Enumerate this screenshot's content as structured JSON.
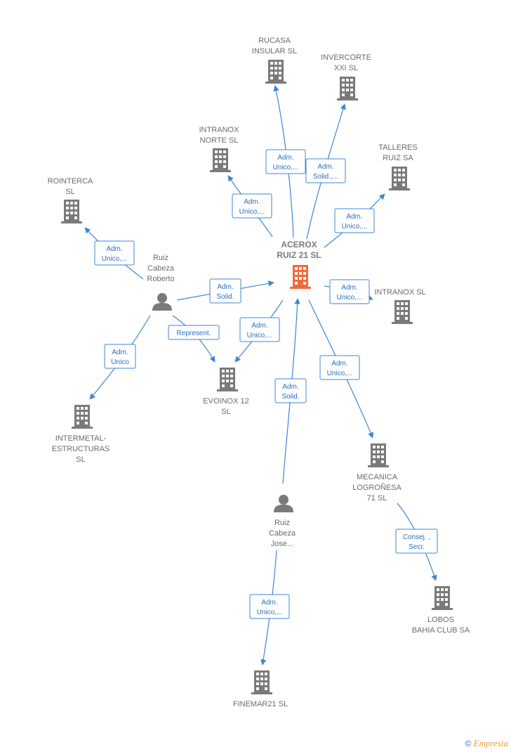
{
  "colors": {
    "company": "#7a7a7a",
    "main_company": "#f26a3b",
    "person": "#7a7a7a",
    "edge": "#3d85d6"
  },
  "nodes": [
    {
      "id": "acerox",
      "kind": "main",
      "icon": "building-icon",
      "lines": [
        "ACEROX",
        "RUIZ 21  SL"
      ]
    },
    {
      "id": "rucasa",
      "kind": "company",
      "icon": "building-icon",
      "lines": [
        "RUCASA",
        "INSULAR  SL"
      ]
    },
    {
      "id": "invercorte",
      "kind": "company",
      "icon": "building-icon",
      "lines": [
        "INVERCORTE",
        "XXI  SL"
      ]
    },
    {
      "id": "intranox_norte",
      "kind": "company",
      "icon": "building-icon",
      "lines": [
        "INTRANOX",
        "NORTE  SL"
      ]
    },
    {
      "id": "talleres",
      "kind": "company",
      "icon": "building-icon",
      "lines": [
        "TALLERES",
        "RUIZ SA"
      ]
    },
    {
      "id": "rointerca",
      "kind": "company",
      "icon": "building-icon",
      "lines": [
        "ROINTERCA",
        "SL"
      ]
    },
    {
      "id": "intranox",
      "kind": "company",
      "icon": "building-icon",
      "lines": [
        "INTRANOX SL"
      ]
    },
    {
      "id": "evoinox",
      "kind": "company",
      "icon": "building-icon",
      "lines": [
        "EVOINOX 12",
        "SL"
      ]
    },
    {
      "id": "intermetal",
      "kind": "company",
      "icon": "building-icon",
      "lines": [
        "INTERMETAL-",
        "ESTRUCTURAS",
        "SL"
      ]
    },
    {
      "id": "mecanica",
      "kind": "company",
      "icon": "building-icon",
      "lines": [
        "MECANICA",
        "LOGROÑESA",
        "71 SL"
      ]
    },
    {
      "id": "lobos",
      "kind": "company",
      "icon": "building-icon",
      "lines": [
        "LOBOS",
        "BAHIA CLUB SA"
      ]
    },
    {
      "id": "finemar",
      "kind": "company",
      "icon": "building-icon",
      "lines": [
        "FINEMAR21  SL"
      ]
    },
    {
      "id": "ruiz_roberto",
      "kind": "person",
      "icon": "person-icon",
      "lines": [
        "Ruiz",
        "Cabeza",
        "Roberto"
      ]
    },
    {
      "id": "ruiz_jose",
      "kind": "person",
      "icon": "person-icon",
      "lines": [
        "Ruiz",
        "Cabeza",
        "Jose..."
      ]
    }
  ],
  "edges": [
    {
      "id": "e1",
      "lines": [
        "Adm.",
        "Unico,..."
      ]
    },
    {
      "id": "e2",
      "lines": [
        "Adm.",
        "Solid.,..."
      ]
    },
    {
      "id": "e3",
      "lines": [
        "Adm.",
        "Unico,..."
      ]
    },
    {
      "id": "e4",
      "lines": [
        "Adm.",
        "Unico,..."
      ]
    },
    {
      "id": "e5",
      "lines": [
        "Adm.",
        "Unico,..."
      ]
    },
    {
      "id": "e6",
      "lines": [
        "Adm.",
        "Solid."
      ]
    },
    {
      "id": "e7",
      "lines": [
        "Adm.",
        "Unico,..."
      ]
    },
    {
      "id": "e8",
      "lines": [
        "Represent."
      ]
    },
    {
      "id": "e9",
      "lines": [
        "Adm.",
        "Unico,..."
      ]
    },
    {
      "id": "e10",
      "lines": [
        "Adm.",
        "Unico"
      ]
    },
    {
      "id": "e11",
      "lines": [
        "Adm.",
        "Solid."
      ]
    },
    {
      "id": "e12",
      "lines": [
        "Adm.",
        "Unico,..."
      ]
    },
    {
      "id": "e13",
      "lines": [
        "Consej. ,",
        "Secr."
      ]
    },
    {
      "id": "e14",
      "lines": [
        "Adm.",
        "Unico,..."
      ]
    }
  ],
  "footer": {
    "copyright": "©",
    "brand": "Empresia"
  }
}
